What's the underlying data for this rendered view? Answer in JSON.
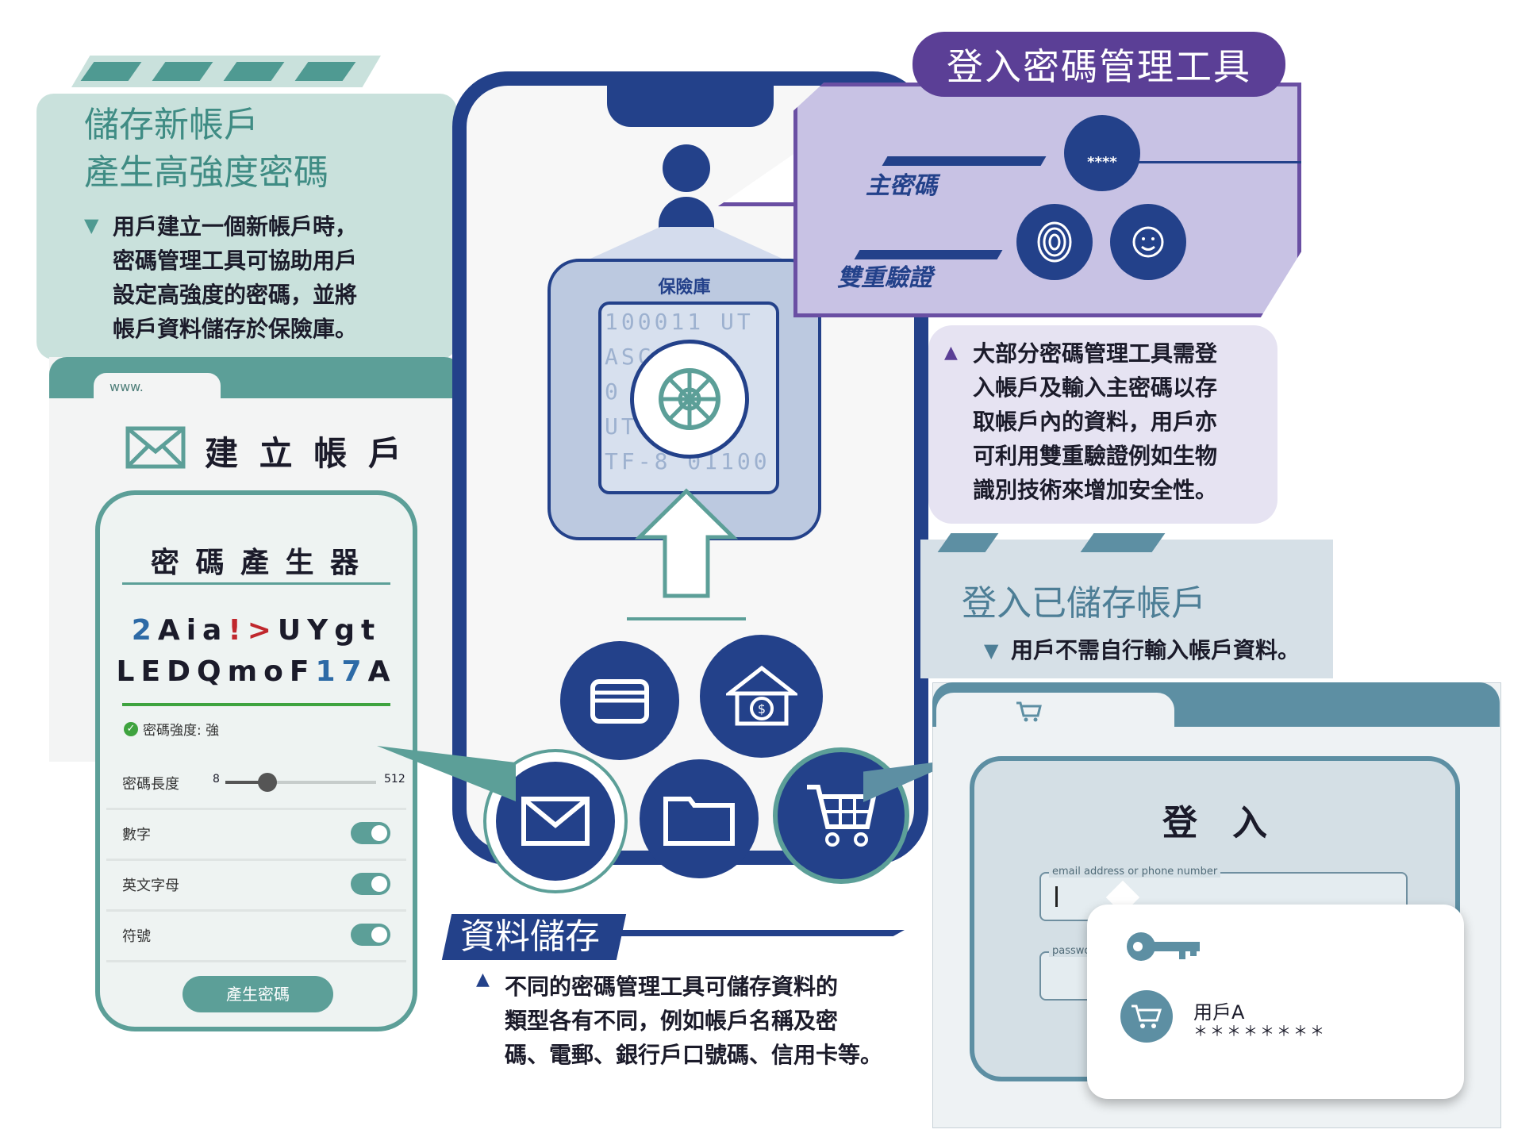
{
  "new_account": {
    "title_line1": "儲存新帳戶",
    "title_line2": "產生高強度密碼",
    "desc_lines": [
      "用戶建立一個新帳戶時，",
      "密碼管理工具可協助用戶",
      "設定高強度的密碼，並將",
      "帳戶資料儲存於保險庫。"
    ]
  },
  "create_account": {
    "url": "www.",
    "title": "建 立 帳 戶",
    "icon": "envelope-icon"
  },
  "generator": {
    "title": "密 碼 產 生 器",
    "password_line1": [
      "2",
      "A",
      "i",
      "a",
      "!",
      ">",
      "U",
      "Y",
      "g",
      "t"
    ],
    "password_line2": [
      "L",
      "E",
      "D",
      "Q",
      "m",
      "o",
      "F",
      "1",
      "7",
      "A"
    ],
    "strength_label": "密碼強度: 強",
    "length_label": "密碼長度",
    "length_min": "8",
    "length_max": "512",
    "length_level": 0.28,
    "options": [
      {
        "label": "數字",
        "enabled": true
      },
      {
        "label": "英文字母",
        "enabled": true
      },
      {
        "label": "符號",
        "enabled": true
      }
    ],
    "button_label": "產生密碼",
    "colors": {
      "symbol": "#c0272d",
      "digit": "#2d6aa6",
      "letter": "#1b1b2a"
    }
  },
  "vault": {
    "label": "保險庫",
    "binary_lines": [
      "100011 UT",
      "ASC    11",
      "0        A",
      "UT       11",
      "TF-8 01100"
    ],
    "icon": "vault-dial-icon"
  },
  "storage": {
    "title": "資料儲存",
    "desc_lines": [
      "不同的密碼管理工具可儲存資料的",
      "類型各有不同，例如帳戶名稱及密",
      "碼、電郵、銀行戶口號碼、信用卡等。"
    ],
    "icons": [
      "wallet-icon",
      "bank-icon",
      "email-icon",
      "folder-icon",
      "cart-icon"
    ]
  },
  "login_tool": {
    "title": "登入密碼管理工具",
    "master_label": "主密碼",
    "twofa_label": "雙重驗證",
    "pin_text": "****",
    "desc_lines": [
      "大部分密碼管理工具需登",
      "入帳戶及輸入主密碼以存",
      "取帳戶內的資料，用戶亦",
      "可利用雙重驗證例如生物",
      "識別技術來增加安全性。"
    ]
  },
  "stored_login": {
    "title": "登入已儲存帳戶",
    "desc": "用戶不需自行輸入帳戶資料。",
    "login_title": "登　入",
    "email_label": "email address or phone number",
    "password_label": "password",
    "user_name": "用戶A",
    "user_password": "＊＊＊＊＊＊＊＊"
  },
  "colors": {
    "teal": "#5c9f98",
    "navy": "#23418a",
    "purple": "#5b3f96",
    "steel": "#5d8fa3"
  }
}
